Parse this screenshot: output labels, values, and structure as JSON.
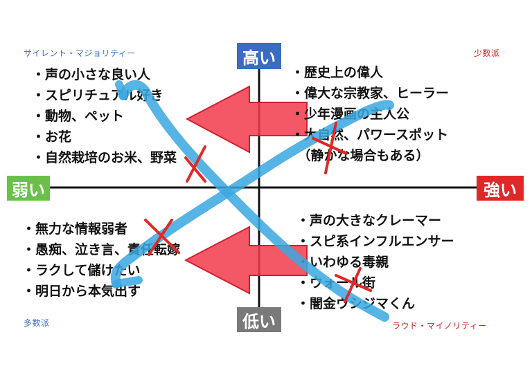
{
  "axes": {
    "high": "高い",
    "low": "低い",
    "weak": "弱い",
    "strong": "強い"
  },
  "corners": {
    "top_left": "サイレント・マジョリティー",
    "top_right": "少数派",
    "bottom_left": "多数派",
    "bottom_right": "ラウド・マイノリティー"
  },
  "quadrants": {
    "top_left": [
      "声の小さな良い人",
      "スピリチュアル好き",
      "動物、ペット",
      "お花",
      "自然栽培のお米、野菜"
    ],
    "top_right": [
      "歴史上の偉人",
      "偉大な宗教家、ヒーラー",
      "少年漫画の主人公",
      "大自然、パワースポット",
      "（静かな場合もある）"
    ],
    "bottom_left": [
      "無力な情報弱者",
      "愚痴、泣き言、責任転嫁",
      "ラクして儲けたい",
      "明日から本気出す"
    ],
    "bottom_right": [
      "声の大きなクレーマー",
      "スピ系インフルエンサー",
      "いわゆる毒親",
      "ウォール街",
      "闇金ウシジマくん"
    ]
  },
  "colors": {
    "high": "#3a6cc0",
    "low": "#7a7a7a",
    "weak": "#6cc04a",
    "strong": "#e02828",
    "arrow": "#f23a4a",
    "stroke": "#3aa8e0",
    "cross": "#e02828"
  }
}
